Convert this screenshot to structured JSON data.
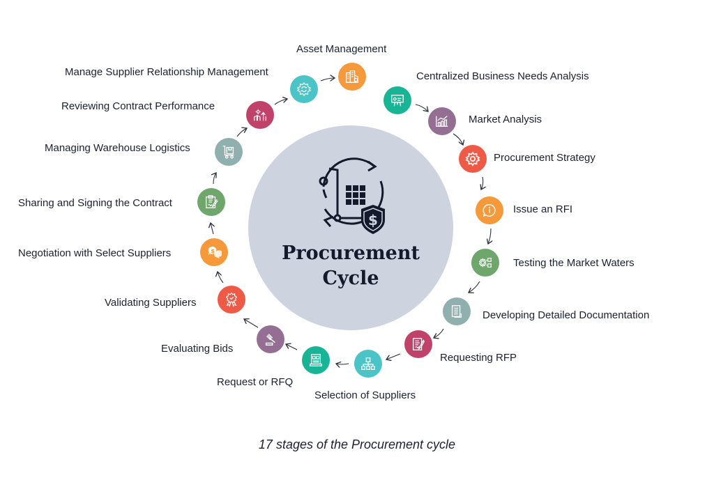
{
  "hub": {
    "title_line1": "Procurement",
    "title_line2": "Cycle",
    "color": "#cdd4e0",
    "icon": "procurement-cart-cycle-icon"
  },
  "stages": [
    {
      "n": 1,
      "label": "Centralized Business Needs Analysis",
      "icon": "presentation-board-icon",
      "color": "#17b596"
    },
    {
      "n": 2,
      "label": "Market Analysis",
      "icon": "bar-chart-growth-icon",
      "color": "#946f93"
    },
    {
      "n": 3,
      "label": "Procurement Strategy",
      "icon": "gear-icon",
      "color": "#ee5a45"
    },
    {
      "n": 4,
      "label": "Issue an RFI",
      "icon": "info-bubble-icon",
      "color": "#f5993b"
    },
    {
      "n": 5,
      "label": "Testing the Market Waters",
      "icon": "gear-checklist-icon",
      "color": "#6ea66b"
    },
    {
      "n": 6,
      "label": "Developing Detailed Documentation",
      "icon": "document-icon",
      "color": "#8fb0ae"
    },
    {
      "n": 7,
      "label": "Requesting RFP",
      "icon": "document-signature-icon",
      "color": "#c0426a"
    },
    {
      "n": 8,
      "label": "Selection of Suppliers",
      "icon": "org-chart-icon",
      "color": "#4bc4c8"
    },
    {
      "n": 9,
      "label": "Request or RFQ",
      "icon": "register-form-icon",
      "color": "#17b596"
    },
    {
      "n": 10,
      "label": "Evaluating Bids",
      "icon": "gavel-icon",
      "color": "#946f93"
    },
    {
      "n": 11,
      "label": "Validating Suppliers",
      "icon": "award-badge-icon",
      "color": "#ee5a45"
    },
    {
      "n": 12,
      "label": "Negotiation with Select Suppliers",
      "icon": "dollar-chat-icon",
      "color": "#f5993b"
    },
    {
      "n": 13,
      "label": "Sharing and Signing the Contract",
      "icon": "clipboard-sign-icon",
      "color": "#6ea66b"
    },
    {
      "n": 14,
      "label": "Managing Warehouse Logistics",
      "icon": "warehouse-trolley-icon",
      "color": "#8fb0ae"
    },
    {
      "n": 15,
      "label": "Reviewing Contract Performance",
      "icon": "performance-growth-icon",
      "color": "#c0426a"
    },
    {
      "n": 16,
      "label": "Manage Supplier Relationship Management",
      "icon": "sync-gear-icon",
      "color": "#4bc4c8"
    },
    {
      "n": 17,
      "label": "Asset Management",
      "icon": "buildings-icon",
      "color": "#f5993b"
    }
  ],
  "caption": "17 stages of the Procurement cycle"
}
